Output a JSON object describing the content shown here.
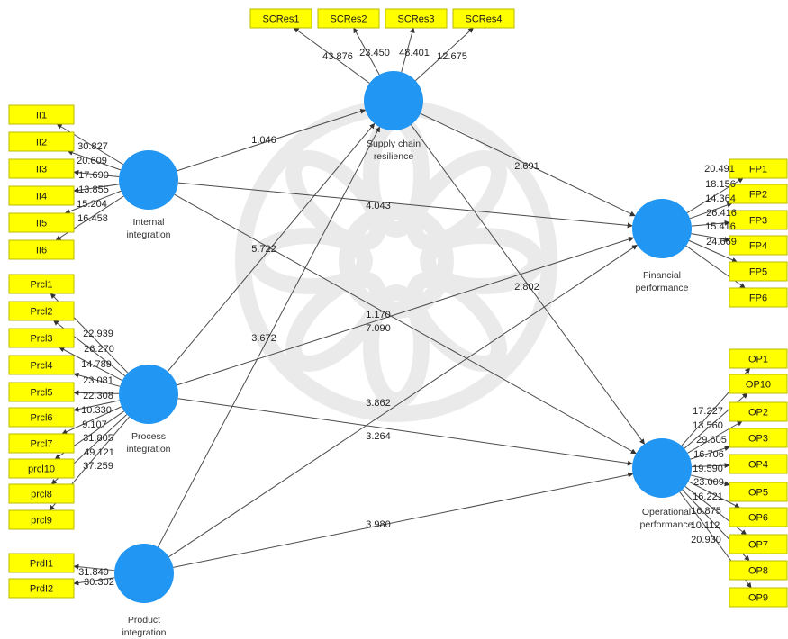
{
  "colors": {
    "indicator_fill": "#ffff00",
    "indicator_stroke": "#b8b800",
    "construct_fill": "#2196f3",
    "line": "#4a4a4a"
  },
  "constructs": {
    "ii": [
      "Internal",
      "integration"
    ],
    "pr": [
      "Process",
      "integration"
    ],
    "pd": [
      "Product",
      "integration"
    ],
    "sc": [
      "Supply chain",
      "resilience"
    ],
    "fp": [
      "Financial",
      "performance"
    ],
    "op": [
      "Operational",
      "performance"
    ]
  },
  "indicators": {
    "sc": [
      "SCRes1",
      "SCRes2",
      "SCRes3",
      "SCRes4"
    ],
    "ii": [
      "II1",
      "II2",
      "II3",
      "II4",
      "II5",
      "II6"
    ],
    "pr": [
      "Prcl1",
      "Prcl2",
      "Prcl3",
      "Prcl4",
      "Prcl5",
      "Prcl6",
      "Prcl7",
      "prcl10",
      "prcl8",
      "prcl9"
    ],
    "pd": [
      "PrdI1",
      "PrdI2"
    ],
    "fp": [
      "FP1",
      "FP2",
      "FP3",
      "FP4",
      "FP5",
      "FP6"
    ],
    "op": [
      "OP1",
      "OP10",
      "OP2",
      "OP3",
      "OP4",
      "OP5",
      "OP6",
      "OP7",
      "OP8",
      "OP9"
    ]
  },
  "loadings": {
    "sc": [
      "43.876",
      "23.450",
      "48.401",
      "12.675"
    ],
    "ii": [
      "30.827",
      "20.609",
      "17.690",
      "13.855",
      "15.204",
      "16.458"
    ],
    "pr": [
      "22.939",
      "26.270",
      "14.789",
      "23.081",
      "22.308",
      "10.330",
      "9.107",
      "31.805",
      "49.121",
      "37.259"
    ],
    "pd": [
      "31.849",
      "30.302"
    ],
    "fp": [
      "20.491",
      "18.156",
      "14.364",
      "26.416",
      "15.416",
      "24.669"
    ],
    "op": [
      "17.227",
      "13.560",
      "29.605",
      "16.706",
      "19.590",
      "23.009",
      "16.221",
      "16.875",
      "10.112",
      "20.930"
    ]
  },
  "paths": {
    "ii_sc": "1.046",
    "ii_fp": "4.043",
    "ii_op": "7.090",
    "pr_sc": "5.722",
    "pr_fp": "1.170",
    "pr_op": "3.264",
    "pd_sc": "3.672",
    "pd_fp": "3.862",
    "pd_op": "3.980",
    "sc_fp": "2.691",
    "sc_op": "2.802"
  }
}
